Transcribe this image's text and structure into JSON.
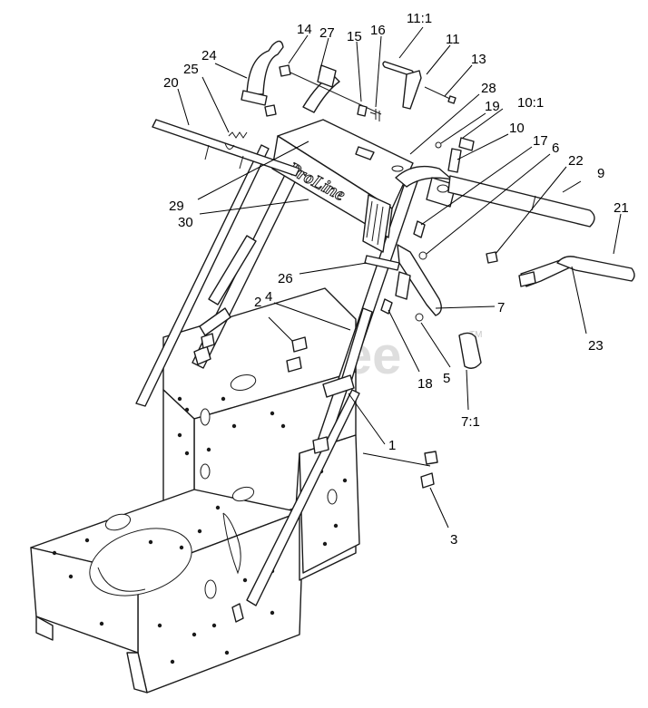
{
  "watermark": {
    "text": "PartsTree",
    "trademark": "TM"
  },
  "brand_label": "ProLine",
  "callouts": [
    {
      "id": "c-11-1",
      "text": "11:1"
    },
    {
      "id": "c-14",
      "text": "14"
    },
    {
      "id": "c-27",
      "text": "27"
    },
    {
      "id": "c-15",
      "text": "15"
    },
    {
      "id": "c-16",
      "text": "16"
    },
    {
      "id": "c-11",
      "text": "11"
    },
    {
      "id": "c-24",
      "text": "24"
    },
    {
      "id": "c-13",
      "text": "13"
    },
    {
      "id": "c-25",
      "text": "25"
    },
    {
      "id": "c-20",
      "text": "20"
    },
    {
      "id": "c-28",
      "text": "28"
    },
    {
      "id": "c-10-1",
      "text": "10:1"
    },
    {
      "id": "c-19",
      "text": "19"
    },
    {
      "id": "c-10",
      "text": "10"
    },
    {
      "id": "c-17",
      "text": "17"
    },
    {
      "id": "c-6",
      "text": "6"
    },
    {
      "id": "c-22",
      "text": "22"
    },
    {
      "id": "c-9",
      "text": "9"
    },
    {
      "id": "c-21",
      "text": "21"
    },
    {
      "id": "c-29",
      "text": "29"
    },
    {
      "id": "c-30",
      "text": "30"
    },
    {
      "id": "c-26",
      "text": "26"
    },
    {
      "id": "c-4",
      "text": "4"
    },
    {
      "id": "c-2",
      "text": "2"
    },
    {
      "id": "c-7",
      "text": "7"
    },
    {
      "id": "c-23",
      "text": "23"
    },
    {
      "id": "c-18",
      "text": "18"
    },
    {
      "id": "c-5",
      "text": "5"
    },
    {
      "id": "c-7-1",
      "text": "7:1"
    },
    {
      "id": "c-1",
      "text": "1"
    },
    {
      "id": "c-3",
      "text": "3"
    }
  ]
}
